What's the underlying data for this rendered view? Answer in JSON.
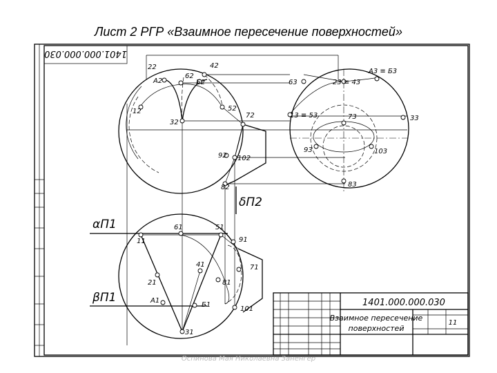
{
  "slide_title": "Лист 2 РГР «Взаимное пересечение поверхностей»",
  "stamp_code": "1401.000.000.030",
  "stamp_code_rotated": "1401.000.000.030",
  "stamp_title_line1": "Взаимное пересечение",
  "stamp_title_line2": "поверхностей",
  "stamp_sheets": "11",
  "footer_partial": "Оспинова Мая Николаевна  Заненгер",
  "points_front": {
    "p2": "22",
    "A2": "A2",
    "p6": "62",
    "p4": "42",
    "B2": "Б2",
    "p1": "12",
    "p3": "32",
    "p5": "52",
    "p7": "72",
    "p9": "92",
    "p10": "102",
    "p8": "82"
  },
  "points_side": {
    "A3": "A3 ≡ Б3",
    "p6": "63",
    "p2": "23 ≡ 43",
    "p1": "13 ≡ 53",
    "p7": "73",
    "p3": "33",
    "p9": "93",
    "p10": "103",
    "p8": "83"
  },
  "points_top": {
    "p6": "61",
    "p5": "51",
    "p1": "11",
    "p9": "91",
    "p4": "41",
    "p7": "71",
    "p2": "21",
    "p8": "81",
    "A1": "A1",
    "B1": "Б1",
    "p10": "101",
    "p3": "31"
  },
  "plane_labels": {
    "delta": "δП2",
    "alpha": "αП1",
    "beta": "βП1"
  }
}
